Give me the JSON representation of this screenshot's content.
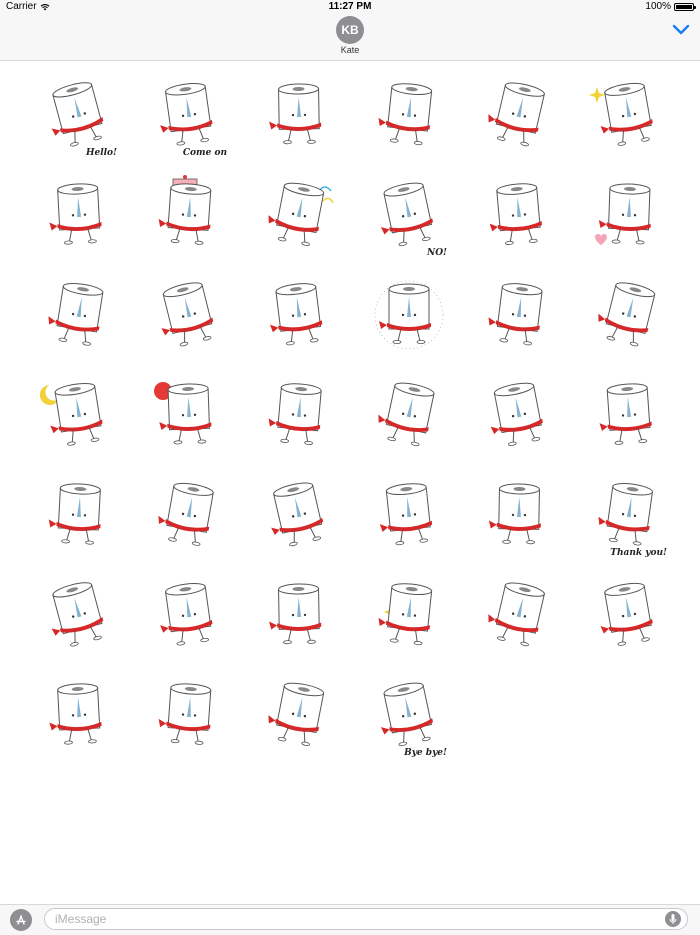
{
  "status_bar": {
    "carrier": "Carrier",
    "time": "11:27 PM",
    "battery": "100%",
    "battery_level": 1.0
  },
  "header": {
    "avatar_initials": "KB",
    "contact_name": "Kate",
    "accent_color": "#1a7cf5"
  },
  "stickers": [
    {
      "name": "sticker-hello",
      "caption": "Hello!"
    },
    {
      "name": "sticker-come-on",
      "caption": "Come on"
    },
    {
      "name": "sticker-music-notes",
      "caption": ""
    },
    {
      "name": "sticker-running",
      "caption": ""
    },
    {
      "name": "sticker-surprised",
      "caption": ""
    },
    {
      "name": "sticker-sparkling-eyes",
      "caption": ""
    },
    {
      "name": "sticker-flag",
      "caption": ""
    },
    {
      "name": "sticker-cake",
      "caption": ""
    },
    {
      "name": "sticker-party-popper",
      "caption": ""
    },
    {
      "name": "sticker-no",
      "caption": "NO!"
    },
    {
      "name": "sticker-smile",
      "caption": ""
    },
    {
      "name": "sticker-hearts",
      "caption": ""
    },
    {
      "name": "sticker-bandaged",
      "caption": ""
    },
    {
      "name": "sticker-bath",
      "caption": ""
    },
    {
      "name": "sticker-mummy",
      "caption": ""
    },
    {
      "name": "sticker-shining",
      "caption": ""
    },
    {
      "name": "sticker-hiding",
      "caption": ""
    },
    {
      "name": "sticker-stacked-rolls",
      "caption": ""
    },
    {
      "name": "sticker-moon-night",
      "caption": ""
    },
    {
      "name": "sticker-sunrise",
      "caption": ""
    },
    {
      "name": "sticker-falling",
      "caption": ""
    },
    {
      "name": "sticker-fly",
      "caption": ""
    },
    {
      "name": "sticker-alert",
      "caption": ""
    },
    {
      "name": "sticker-peeking",
      "caption": ""
    },
    {
      "name": "sticker-arm-stretch",
      "caption": ""
    },
    {
      "name": "sticker-standing",
      "caption": ""
    },
    {
      "name": "sticker-standing-blank",
      "caption": ""
    },
    {
      "name": "sticker-crying-splash",
      "caption": ""
    },
    {
      "name": "sticker-whale",
      "caption": ""
    },
    {
      "name": "sticker-thank-you",
      "caption": "Thank you!"
    },
    {
      "name": "sticker-drooling",
      "caption": ""
    },
    {
      "name": "sticker-sleeping",
      "caption": ""
    },
    {
      "name": "sticker-tilted",
      "caption": ""
    },
    {
      "name": "sticker-sparkle",
      "caption": ""
    },
    {
      "name": "sticker-angry",
      "caption": ""
    },
    {
      "name": "sticker-unrolled-paper",
      "caption": ""
    },
    {
      "name": "sticker-love",
      "caption": ""
    },
    {
      "name": "sticker-hanging-bar",
      "caption": ""
    },
    {
      "name": "sticker-arms-open",
      "caption": ""
    },
    {
      "name": "sticker-bye-bye",
      "caption": "Bye bye!"
    }
  ],
  "input_bar": {
    "placeholder": "iMessage"
  }
}
